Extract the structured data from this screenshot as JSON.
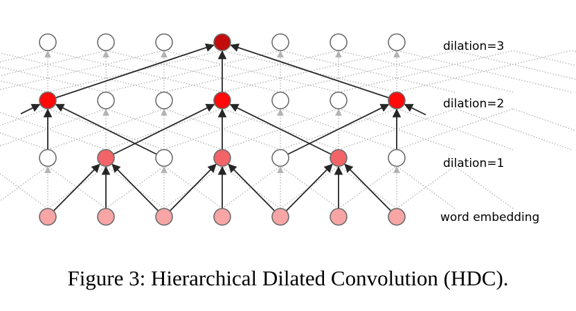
{
  "diagram": {
    "node_count_per_layer": 7,
    "layers": [
      {
        "id": "embedding",
        "label": "word embedding",
        "node_colors": [
          "#f7a5a5",
          "#f7a5a5",
          "#f7a5a5",
          "#f7a5a5",
          "#f7a5a5",
          "#f7a5a5",
          "#f7a5a5"
        ]
      },
      {
        "id": "d1",
        "label": "dilation=1",
        "node_colors": [
          "#ffffff",
          "#f26468",
          "#ffffff",
          "#f26468",
          "#ffffff",
          "#f26468",
          "#ffffff"
        ]
      },
      {
        "id": "d2",
        "label": "dilation=2",
        "node_colors": [
          "#ff0a0a",
          "#ffffff",
          "#ffffff",
          "#ff0a0a",
          "#ffffff",
          "#ffffff",
          "#ff0a0a"
        ]
      },
      {
        "id": "d3",
        "label": "dilation=3",
        "node_colors": [
          "#ffffff",
          "#ffffff",
          "#ffffff",
          "#c30d0d",
          "#ffffff",
          "#ffffff",
          "#ffffff"
        ]
      }
    ],
    "dilations": [
      1,
      2,
      3
    ],
    "active_connections": [
      {
        "from_layer": 0,
        "to_layer": 1,
        "to_nodes": [
          1,
          3,
          5
        ],
        "dilation": 1
      },
      {
        "from_layer": 1,
        "to_layer": 2,
        "to_nodes": [
          0,
          3,
          6
        ],
        "dilation": 2
      },
      {
        "from_layer": 2,
        "to_layer": 3,
        "to_nodes": [
          3
        ],
        "dilation": 3
      }
    ],
    "colors": {
      "active_edge": "#262626",
      "inactive_edge": "#b3b3b3",
      "node_stroke": "#6b6b6b",
      "inactive_node": "#ffffff"
    }
  },
  "caption": "Figure 3: Hierarchical Dilated Convolution (HDC)."
}
